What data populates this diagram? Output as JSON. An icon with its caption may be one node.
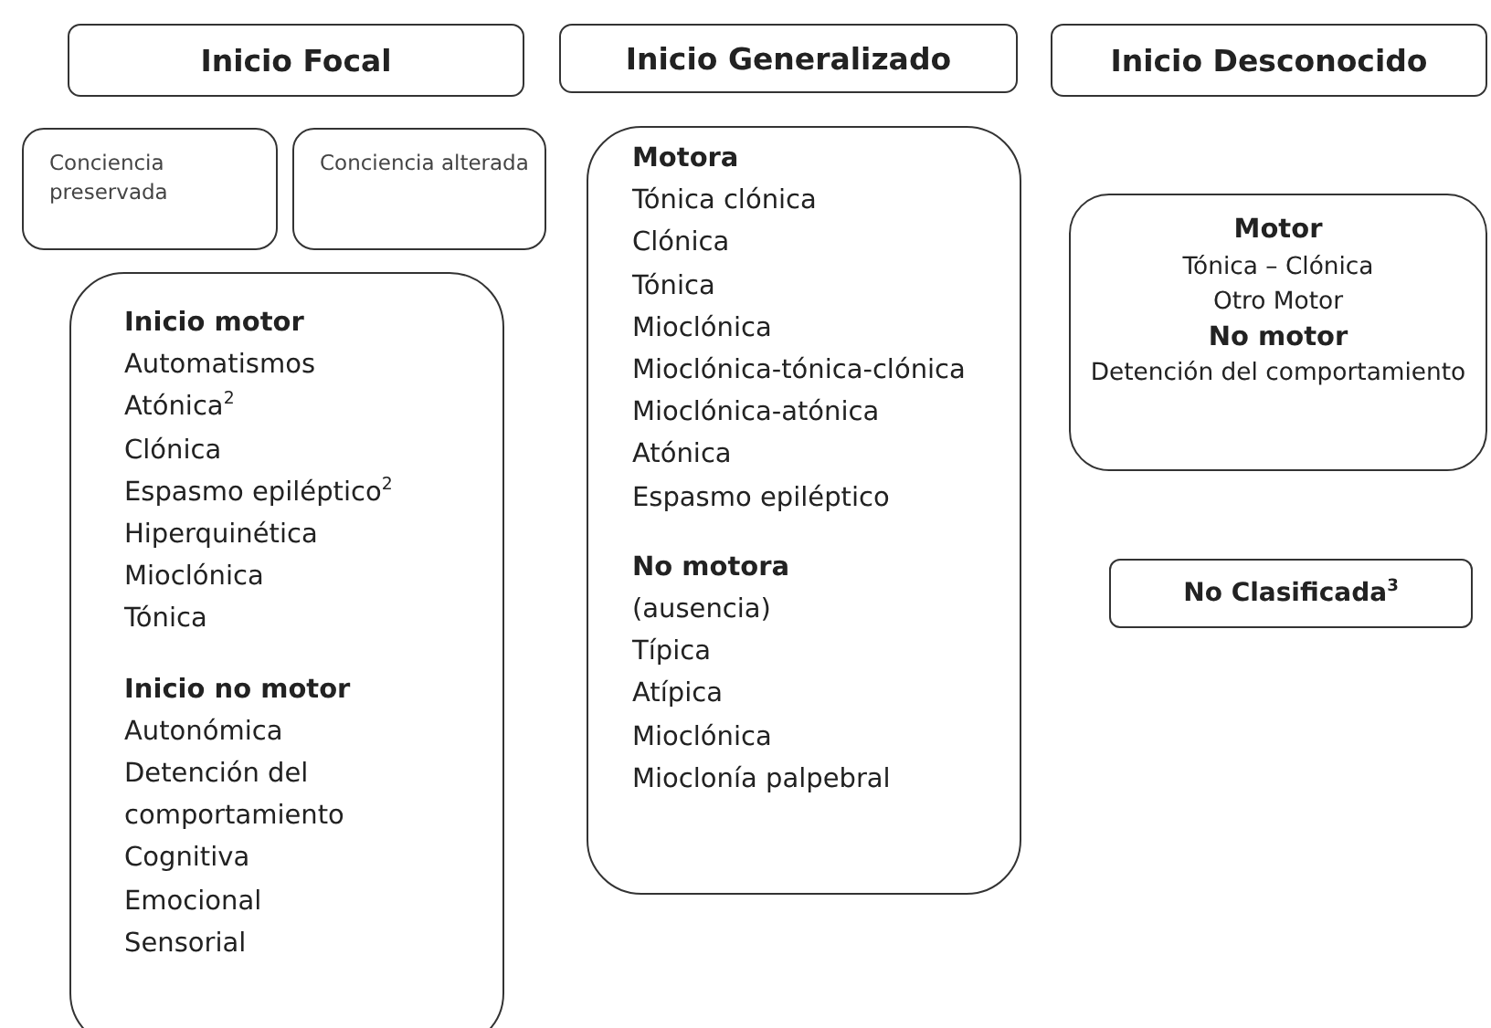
{
  "diagram": {
    "nodes": [
      {
        "text": [
          "Inicio Focal"
        ]
      },
      {
        "text": [
          "Inicio Generalizado"
        ]
      },
      {
        "text": [
          "Inicio Desconocido"
        ]
      },
      {
        "text": [
          "Conciencia preservada"
        ]
      },
      {
        "text": [
          "Conciencia alterada"
        ]
      },
      {
        "text": [
          "Inicio motor",
          "Automatismos",
          "Atónica$^{2}$",
          "Clónica",
          "Espasmo epiléptico$^{2}$",
          "Hiperquinética",
          "Mioclónica",
          "Tónica",
          "Inicio no motor",
          "Autonómica",
          "Detención del comportamiento",
          "Cognitiva",
          "Emocional",
          "Sensorial"
        ]
      },
      {
        "text": [
          "Motora",
          "Tónica clónica",
          "Clónica",
          "Tónica",
          "Mioclónica",
          "Mioclónica-tónica-clónica",
          "Mioclónica-atónica",
          "Atónica",
          "Espasmo epiléptico",
          "No motora",
          "(ausencia)",
          "Típica",
          "Atípica",
          "Mioclónica",
          "Mioclonía palpebral"
        ]
      },
      {
        "text": [
          "Motor",
          "Tónica – Clónica",
          "Otro Motor",
          "No motor",
          "Detención del comportamiento"
        ]
      },
      {
        "text": [
          "No Clasificada$^{3}$"
        ]
      }
    ]
  }
}
